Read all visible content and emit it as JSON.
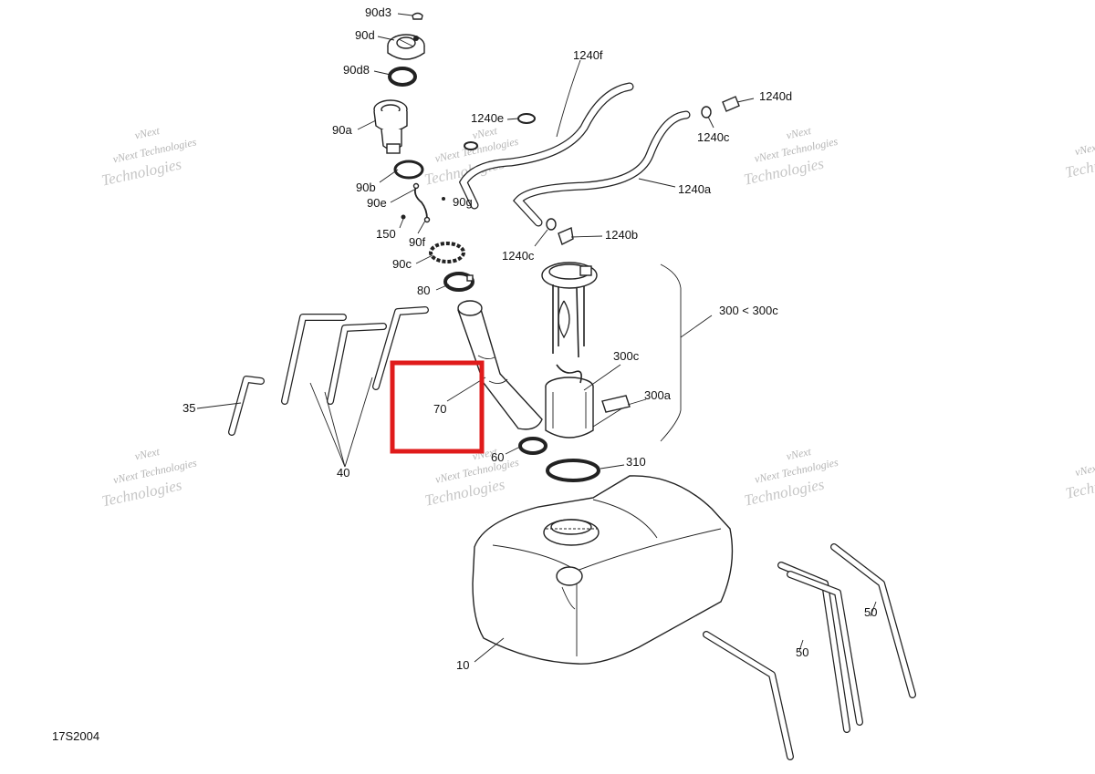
{
  "callouts": {
    "c90d3": "90d3",
    "c90d": "90d",
    "c90d8": "90d8",
    "c90a": "90a",
    "c90b": "90b",
    "c90e": "90e",
    "c90g": "90g",
    "c150": "150",
    "c90f": "90f",
    "c90c": "90c",
    "c80": "80",
    "c1240f": "1240f",
    "c1240e": "1240e",
    "c1240d": "1240d",
    "c1240c_top": "1240c",
    "c1240a": "1240a",
    "c1240b": "1240b",
    "c1240c_low": "1240c",
    "c300": "300 < 300c",
    "c300c": "300c",
    "c300a": "300a",
    "c310": "310",
    "c35": "35",
    "c40": "40",
    "c70": "70",
    "c60": "60",
    "c10": "10",
    "c50a": "50",
    "c50b": "50"
  },
  "watermark": {
    "line1": "vNext Technologies",
    "line2": "Technologies",
    "tag": "vNext"
  },
  "figure_id": "17S2004",
  "highlight_color": "#e01b1b"
}
